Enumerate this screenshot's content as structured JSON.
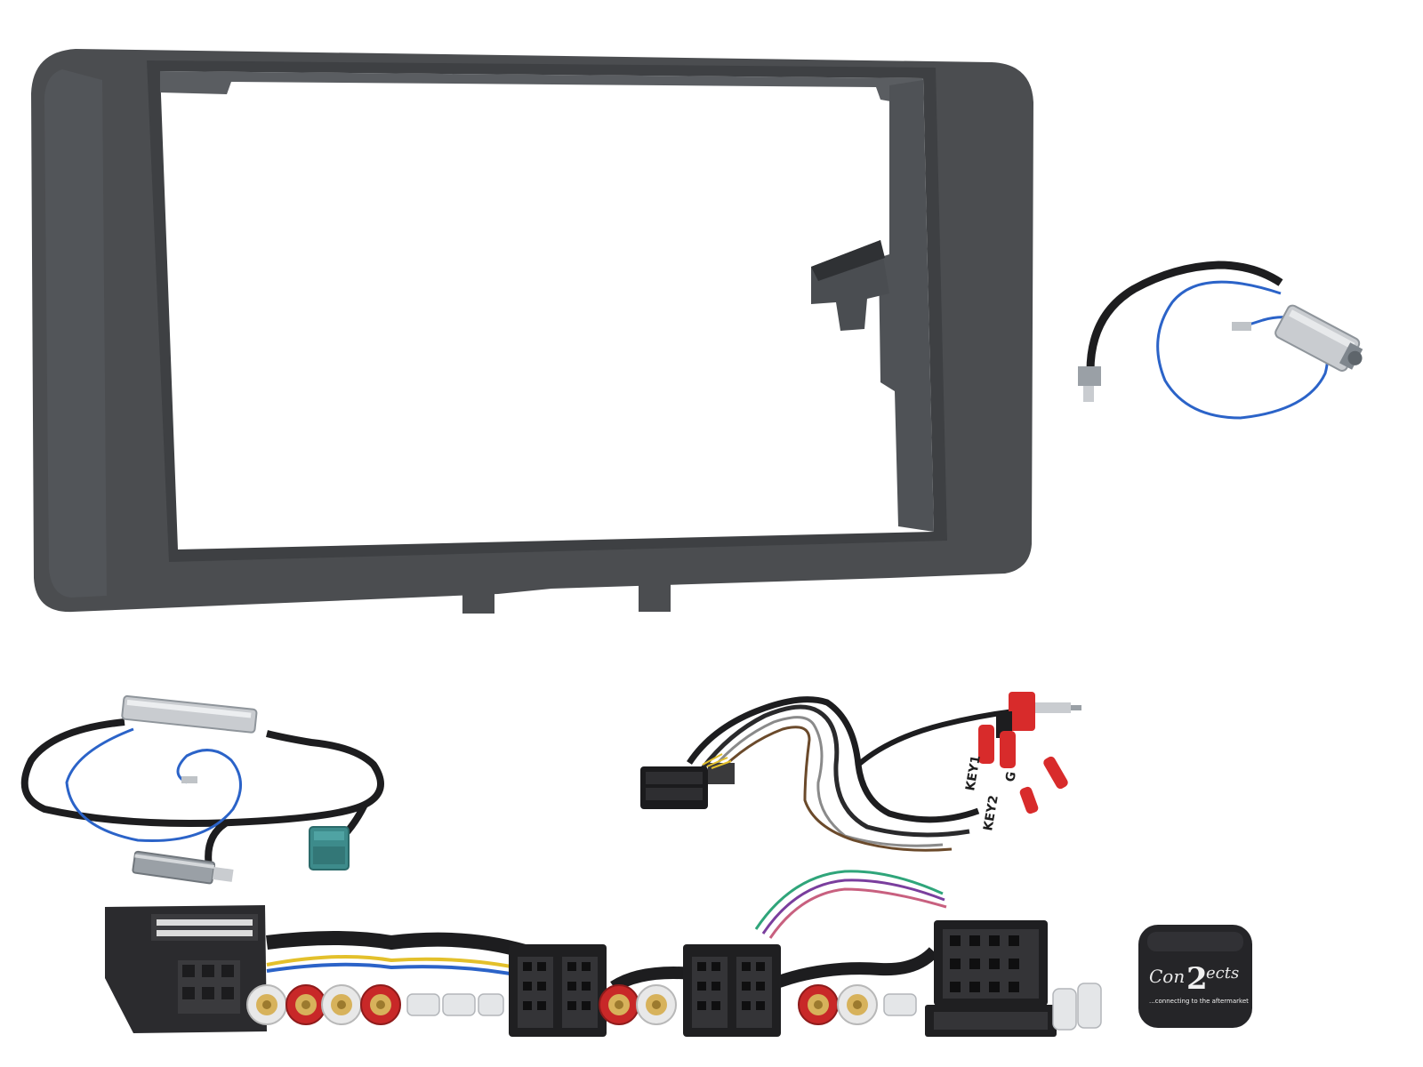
{
  "scene": {
    "background": "#ffffff",
    "colors": {
      "fascia": "#4b4d50",
      "fascia_inner": "#3c3e41",
      "cable_black": "#1d1d1f",
      "wire_blue": "#2b63c8",
      "wire_red": "#d82b2b",
      "fakra_green": "#3d8b8b",
      "chrome": "#c9ccd0",
      "rca_gold": "#d7b25b",
      "rca_red": "#c82828",
      "rca_white": "#e8e8e8"
    }
  },
  "products": [
    {
      "name": "double-din-fascia-panel"
    },
    {
      "name": "aerial-adapter-din"
    },
    {
      "name": "aerial-adapter-fakra"
    },
    {
      "name": "steering-control-lead"
    },
    {
      "name": "iso-harness"
    },
    {
      "name": "steering-interface-box"
    }
  ],
  "labels": {
    "key1": "KEY1",
    "key2": "KEY2",
    "gnd": "G",
    "brand_part1": "Con",
    "brand_two": "2",
    "brand_part2": "ects",
    "tagline": "...connecting to the aftermarket"
  }
}
